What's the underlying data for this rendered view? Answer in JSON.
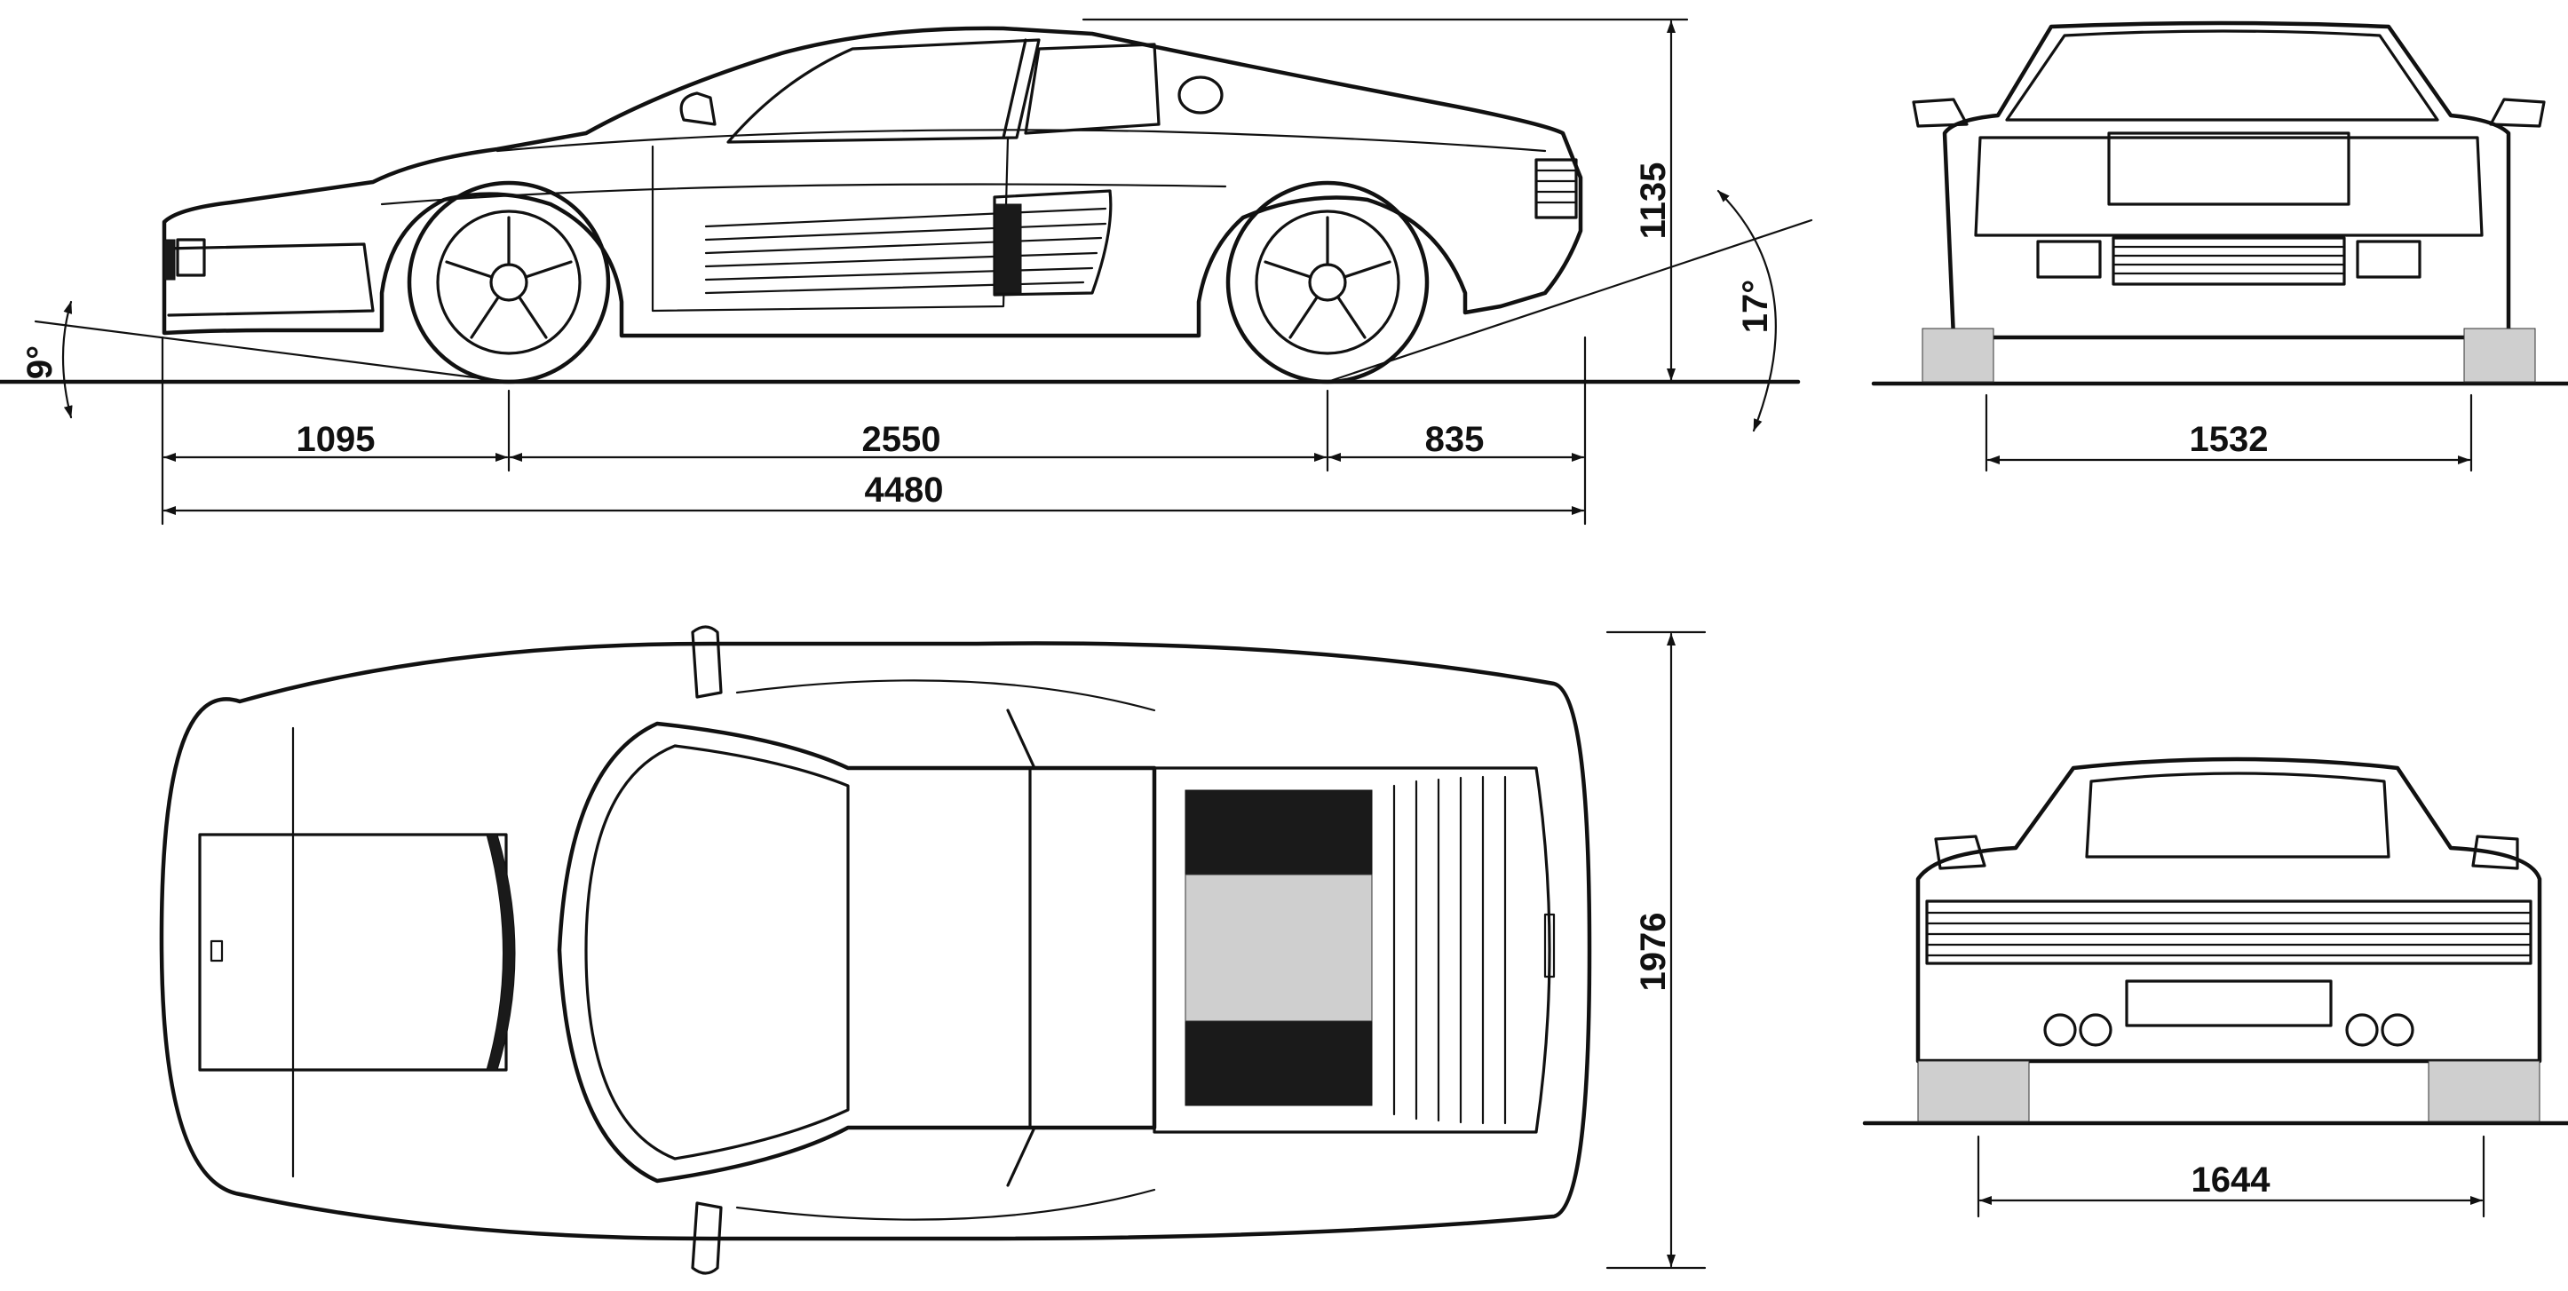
{
  "dimensions": {
    "front_overhang": "1095",
    "wheelbase": "2550",
    "rear_overhang": "835",
    "overall_length": "4480",
    "height": "1135",
    "approach_angle": "9°",
    "departure_angle": "17°",
    "front_track": "1532",
    "rear_track": "1644",
    "width": "1976"
  },
  "colors": {
    "ink": "#111111",
    "paper": "#ffffff",
    "shade": "#cfcfcf"
  }
}
